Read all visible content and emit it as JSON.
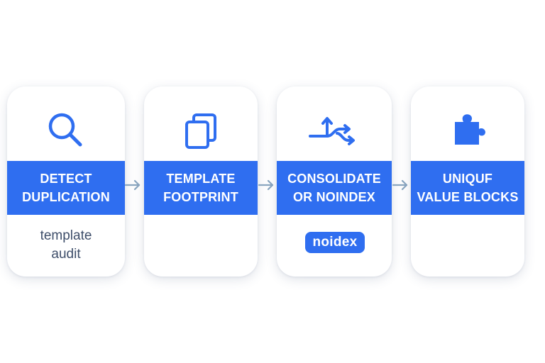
{
  "colors": {
    "accent": "#2f6ef0",
    "connector": "#8aa6c0",
    "note_text": "#3e4e6a",
    "card_bg": "#ffffff"
  },
  "steps": [
    {
      "icon": "magnifier-icon",
      "title_lines": [
        "DETECT",
        "DUPLICATION"
      ],
      "note_lines": [
        "template",
        "audit"
      ]
    },
    {
      "icon": "stacked-pages-icon",
      "title_lines": [
        "TEMPLATE",
        "FOOTPRINT"
      ]
    },
    {
      "icon": "branching-arrows-icon",
      "title_lines": [
        "CONSOLIDATE",
        "OR NOINDEX"
      ],
      "tag": "noidex"
    },
    {
      "icon": "puzzle-piece-icon",
      "title_lines": [
        "UNIQUF",
        "VALUE BLOCKS"
      ]
    }
  ],
  "connectors": [
    "arrow-right-icon",
    "arrow-right-icon",
    "arrow-right-icon"
  ]
}
